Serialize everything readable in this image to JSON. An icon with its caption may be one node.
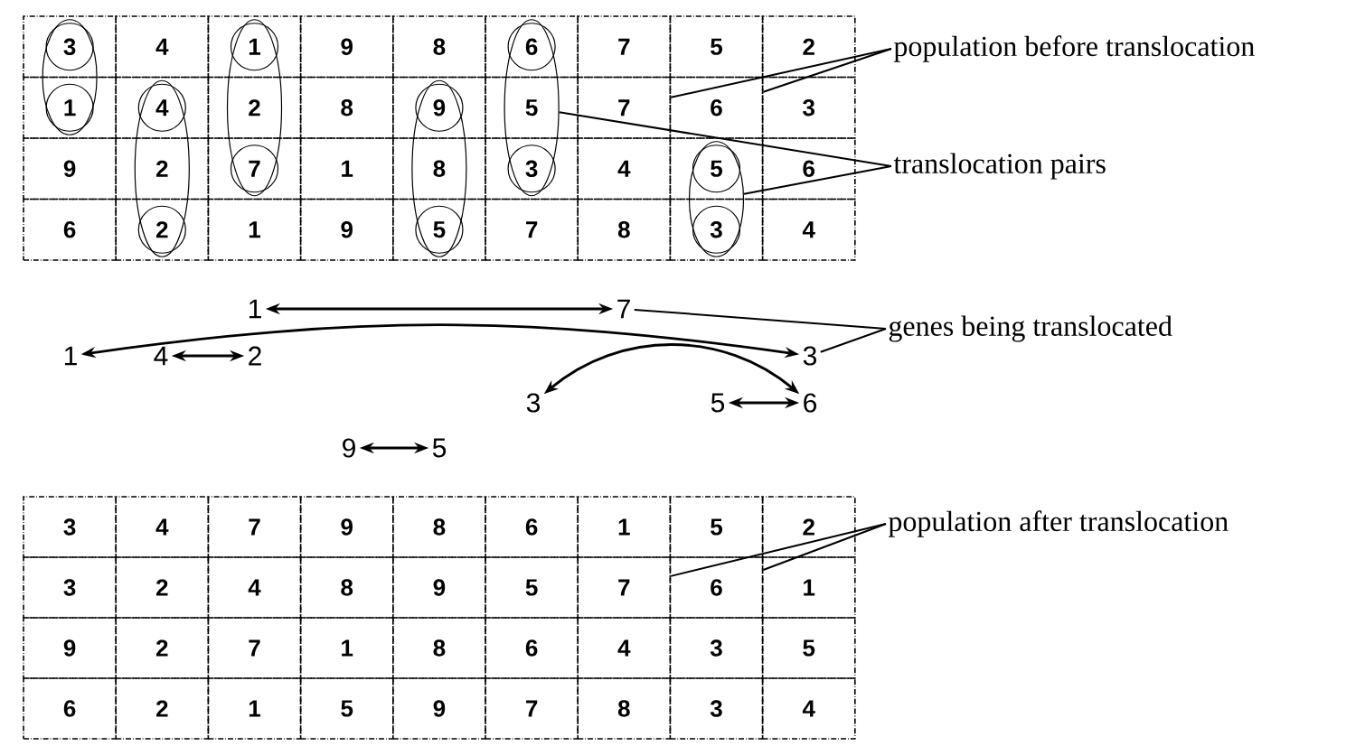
{
  "diagram": {
    "nodes": [
      {
        "text": [
          "3"
        ]
      },
      {
        "text": [
          "4"
        ]
      },
      {
        "text": [
          "1"
        ]
      },
      {
        "text": [
          "9"
        ]
      },
      {
        "text": [
          "8"
        ]
      },
      {
        "text": [
          "6"
        ]
      },
      {
        "text": [
          "7"
        ]
      },
      {
        "text": [
          "5"
        ]
      },
      {
        "text": [
          "2"
        ]
      },
      {
        "text": [
          "1"
        ]
      },
      {
        "text": [
          "4"
        ]
      },
      {
        "text": [
          "2"
        ]
      },
      {
        "text": [
          "8"
        ]
      },
      {
        "text": [
          "9"
        ]
      },
      {
        "text": [
          "5"
        ]
      },
      {
        "text": [
          "7"
        ]
      },
      {
        "text": [
          "6"
        ]
      },
      {
        "text": [
          "3"
        ]
      },
      {
        "text": [
          "9"
        ]
      },
      {
        "text": [
          "2"
        ]
      },
      {
        "text": [
          "7"
        ]
      },
      {
        "text": [
          "1"
        ]
      },
      {
        "text": [
          "8"
        ]
      },
      {
        "text": [
          "3"
        ]
      },
      {
        "text": [
          "4"
        ]
      },
      {
        "text": [
          "5"
        ]
      },
      {
        "text": [
          "6"
        ]
      },
      {
        "text": [
          "6"
        ]
      },
      {
        "text": [
          "2"
        ]
      },
      {
        "text": [
          "1"
        ]
      },
      {
        "text": [
          "9"
        ]
      },
      {
        "text": [
          "5"
        ]
      },
      {
        "text": [
          "7"
        ]
      },
      {
        "text": [
          "8"
        ]
      },
      {
        "text": [
          "3"
        ]
      },
      {
        "text": [
          "4"
        ]
      },
      {
        "text": [],
        "shape": "ellipse"
      },
      {
        "text": [],
        "shape": "ellipse"
      },
      {
        "text": [],
        "shape": "ellipse"
      },
      {
        "text": [],
        "shape": "ellipse"
      },
      {
        "text": [],
        "shape": "ellipse"
      },
      {
        "text": [],
        "shape": "ellipse"
      },
      {
        "text": [
          "population before translocation"
        ]
      },
      {
        "text": [
          "translocation pairs"
        ]
      },
      {
        "text": [
          "1"
        ]
      },
      {
        "text": [
          "7"
        ]
      },
      {
        "text": [
          "genes being translocated"
        ]
      },
      {
        "text": [
          "1"
        ]
      },
      {
        "text": [
          "4"
        ]
      },
      {
        "text": [
          "2"
        ]
      },
      {
        "text": [
          "3"
        ]
      },
      {
        "text": [
          "3"
        ]
      },
      {
        "text": [
          "5"
        ]
      },
      {
        "text": [
          "6"
        ]
      },
      {
        "text": [
          "9"
        ]
      },
      {
        "text": [
          "5"
        ]
      },
      {
        "text": [
          "3"
        ]
      },
      {
        "text": [
          "4"
        ]
      },
      {
        "text": [
          "7"
        ]
      },
      {
        "text": [
          "9"
        ]
      },
      {
        "text": [
          "8"
        ]
      },
      {
        "text": [
          "6"
        ]
      },
      {
        "text": [
          "1"
        ]
      },
      {
        "text": [
          "5"
        ]
      },
      {
        "text": [
          "2"
        ]
      },
      {
        "text": [
          "3"
        ]
      },
      {
        "text": [
          "2"
        ]
      },
      {
        "text": [
          "4"
        ]
      },
      {
        "text": [
          "8"
        ]
      },
      {
        "text": [
          "9"
        ]
      },
      {
        "text": [
          "5"
        ]
      },
      {
        "text": [
          "7"
        ]
      },
      {
        "text": [
          "6"
        ]
      },
      {
        "text": [
          "1"
        ]
      },
      {
        "text": [
          "9"
        ]
      },
      {
        "text": [
          "2"
        ]
      },
      {
        "text": [
          "7"
        ]
      },
      {
        "text": [
          "1"
        ]
      },
      {
        "text": [
          "8"
        ]
      },
      {
        "text": [
          "6"
        ]
      },
      {
        "text": [
          "4"
        ]
      },
      {
        "text": [
          "3"
        ]
      },
      {
        "text": [
          "5"
        ]
      },
      {
        "text": [
          "6"
        ]
      },
      {
        "text": [
          "2"
        ]
      },
      {
        "text": [
          "1"
        ]
      },
      {
        "text": [
          "5"
        ]
      },
      {
        "text": [
          "9"
        ]
      },
      {
        "text": [
          "7"
        ]
      },
      {
        "text": [
          "8"
        ]
      },
      {
        "text": [
          "3"
        ]
      },
      {
        "text": [
          "4"
        ]
      },
      {
        "text": [
          "population after translocation"
        ]
      }
    ],
    "edges": [
      {
        "from": 44,
        "to": 45,
        "arrow": "both"
      },
      {
        "from": 47,
        "to": 50,
        "arrow": "both"
      },
      {
        "from": 48,
        "to": 49,
        "arrow": "both"
      },
      {
        "from": 51,
        "to": 53,
        "arrow": "both"
      },
      {
        "from": 52,
        "to": 53,
        "arrow": "both"
      },
      {
        "from": 54,
        "to": 55,
        "arrow": "both"
      },
      {
        "from": 42,
        "to": 15,
        "arrow": "none"
      },
      {
        "from": 42,
        "to": 16,
        "arrow": "none"
      },
      {
        "from": 43,
        "to": 40,
        "arrow": "none"
      },
      {
        "from": 43,
        "to": 41,
        "arrow": "none"
      },
      {
        "from": 46,
        "to": 45,
        "arrow": "none"
      },
      {
        "from": 46,
        "to": 50,
        "arrow": "none"
      },
      {
        "from": 92,
        "to": 71,
        "arrow": "none"
      },
      {
        "from": 92,
        "to": 72,
        "arrow": "none"
      }
    ]
  }
}
